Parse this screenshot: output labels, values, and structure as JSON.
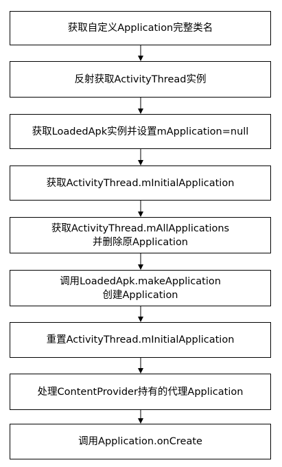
{
  "steps": [
    {
      "lines": [
        "获取自定义Application完整类名"
      ]
    },
    {
      "lines": [
        "反射获取ActivityThread实例"
      ]
    },
    {
      "lines": [
        "获取LoadedApk实例并设置mApplication=null"
      ]
    },
    {
      "lines": [
        "获取ActivityThread.mInitialApplication"
      ]
    },
    {
      "lines": [
        "获取ActivityThread.mAllApplications",
        "并删除原Application"
      ]
    },
    {
      "lines": [
        "调用LoadedApk.makeApplication",
        "创建Application"
      ]
    },
    {
      "lines": [
        "重置ActivityThread.mInitialApplication"
      ]
    },
    {
      "lines": [
        "处理ContentProvider持有的代理Application"
      ]
    },
    {
      "lines": [
        "调用Application.onCreate"
      ]
    }
  ]
}
